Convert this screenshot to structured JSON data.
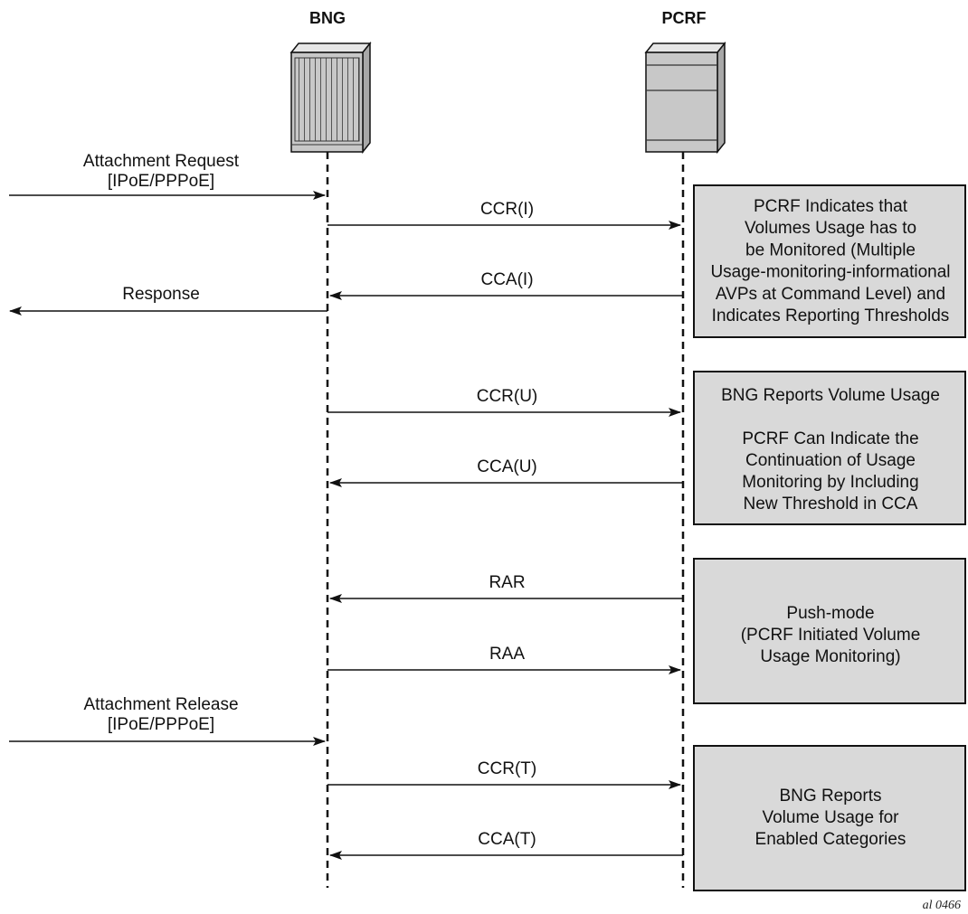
{
  "entities": {
    "bng": {
      "label": "BNG"
    },
    "pcrf": {
      "label": "PCRF"
    }
  },
  "external_messages": {
    "attach_request": {
      "line1": "Attachment Request",
      "line2": "[IPoE/PPPoE]"
    },
    "response": {
      "label": "Response"
    },
    "attach_release": {
      "line1": "Attachment Release",
      "line2": "[IPoE/PPPoE]"
    }
  },
  "messages": [
    {
      "label": "CCR(I)",
      "direction": "to-pcrf"
    },
    {
      "label": "CCA(I)",
      "direction": "to-bng"
    },
    {
      "label": "CCR(U)",
      "direction": "to-pcrf"
    },
    {
      "label": "CCA(U)",
      "direction": "to-bng"
    },
    {
      "label": "RAR",
      "direction": "to-bng"
    },
    {
      "label": "RAA",
      "direction": "to-pcrf"
    },
    {
      "label": "CCR(T)",
      "direction": "to-pcrf"
    },
    {
      "label": "CCA(T)",
      "direction": "to-bng"
    }
  ],
  "notes": [
    {
      "lines": [
        "PCRF Indicates that",
        "Volumes Usage has to",
        "be Monitored (Multiple",
        "Usage-monitoring-informational",
        "AVPs at Command Level) and",
        "Indicates Reporting Thresholds"
      ]
    },
    {
      "lines": [
        "BNG Reports Volume Usage",
        "",
        "PCRF Can Indicate the",
        "Continuation of Usage",
        "Monitoring by Including",
        "New Threshold in CCA"
      ]
    },
    {
      "lines": [
        "Push-mode",
        "(PCRF Initiated Volume",
        "Usage Monitoring)"
      ]
    },
    {
      "lines": [
        "BNG Reports",
        "Volume Usage for",
        "Enabled Categories"
      ]
    }
  ],
  "figure_id": "al_0466",
  "colors": {
    "note_fill": "#d9d9d9",
    "device_fill": "#c8c8c8",
    "line": "#111111"
  }
}
